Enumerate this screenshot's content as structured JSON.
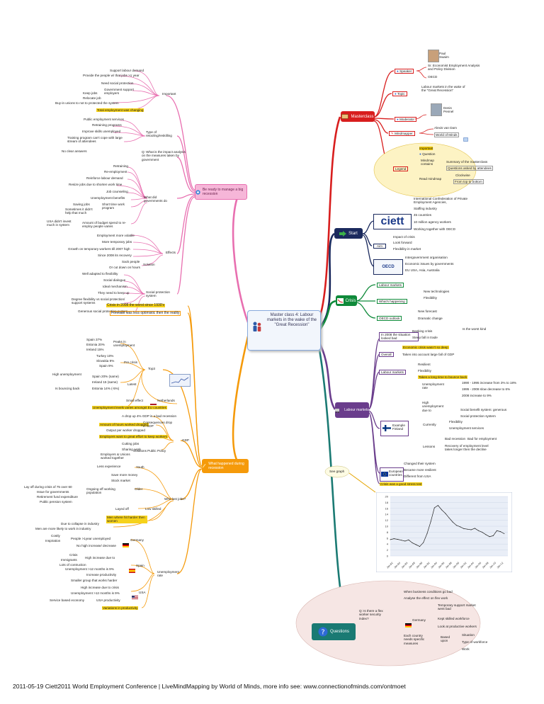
{
  "center": {
    "text": "Master class 4: Labour markets in the wake of the \"Great Recession\""
  },
  "footer": "2011-05-19 Ciett2011 World Employment Conference | LiveMindMapping by World of Minds, more info see: www.connectionofminds.com/ontmoet",
  "colors": {
    "pink": "#e86fb0",
    "orange": "#f59a0a",
    "red": "#d81e1e",
    "navy": "#1b2a5e",
    "green": "#0f8a3a",
    "purple": "#6a3d8c",
    "teal": "#1a7a73",
    "gold": "#e4a400",
    "highlight": "#f6d21a"
  },
  "branches": {
    "pink": {
      "topic": "Be ready to manage a big recession",
      "important": "Important",
      "nodes": [
        "Support labour demand",
        "Provide the people w/ that jobs >1 year",
        "Need social protection",
        "Government support employers",
        "Keep jobs",
        "Relocate job",
        "Buy-in unions to not to protected the system",
        "Total employment was changing",
        "Public employment services",
        "Retraining programs",
        "Improve skills unemployed",
        "Training program can't cope with large stream of attendees",
        "No clear answers",
        "Type of retooling/reskilling",
        "Q: What is the impact analysis on the measures taken by government",
        "Retraining",
        "Re-employment",
        "Reinforce labour demand",
        "Resize jobs due to shorten work time",
        "Job counseling",
        "Unemployment benefits",
        "Saving jobs",
        "Sometimes it didn't help that much",
        "Short time work program",
        "What did governments do",
        "USA didn't invest much in system",
        "Amount of budget spend to re-employ people varies",
        "Employment more volatile",
        "More temporary jobs",
        "Growth on temporary workers till 2007 high",
        "Since 2008 its recovery",
        "Effects",
        "Sack people",
        "Or cut down on hours",
        "Solution",
        "Well adapted to flexibility",
        "Social dialogue",
        "Ideal mechanism",
        "They need to keep up",
        "Social protection system",
        "Degree flexibility vs social protection/ support systems",
        "Generous social protection system"
      ]
    },
    "orange": {
      "topic": "What happened during recession",
      "nodes": [
        "Crisis in 2008 the worst since 1930's",
        "Forecast was less optimistic then the reality",
        "Spain 37%",
        "Estonia 20%",
        "Ireland 15%",
        "Peaks in unemployment",
        "Turkey 10%",
        "Slovakia 9%",
        "Spain 9%",
        "Pre crisis",
        "Top3",
        "High unemployment",
        "Spain 20% (same)",
        "Ireland 15 (same)",
        "Latest",
        "Estonia 14% (-5%)",
        "Is bouncing back",
        "Small effect",
        "Netherlands",
        "Unemployment levels varies amongst EU countries",
        "A drop up 4% GDP is a bad recession",
        "Amount of hours worked dropped",
        "Consequences drop in GDP",
        "Output per worker dropped",
        "Employers want to great effort to keep workers",
        "GDP",
        "Cutting jobs",
        "Sharing work",
        "Solutions Public Policy",
        "Employers & Unions worked together",
        "Less experience",
        "Youth",
        "Save more money",
        "Stock market",
        "Lay off during crisis of 75 over 60",
        "Issue for governments",
        "Retirement fund expenditure",
        "Public pension system",
        "Ongoing off working population",
        "Older",
        "Low skilled",
        "Who lost jobs?",
        "Layed off",
        "Men where hit harder then women",
        "Due to collapse in industry",
        "Men are more likely to work in industry",
        "Costly",
        "Inspiration",
        "People >1year unemployed",
        "Germany",
        "No high increase/ decrease",
        "Crisis",
        "High increase due to",
        "Immigrants",
        "Spain",
        "Lots of contruction",
        "Unemployment >12 months is 9%",
        "Increase productivity",
        "Smaller group that works harder",
        "High increase due to crisis",
        "USA",
        "Unemployment >12 months is 9%",
        "Service based economy",
        "USA productivity",
        "Unemployment rate",
        "Variations in productivity"
      ]
    },
    "red": {
      "topic": "Masterclass",
      "nodes": [
        "Paul Swaim",
        "Speaker",
        "Sr. Economist Employment Analysis and Policy Division",
        "OECD",
        "Topic",
        "Labour markets in the wake of the \"Great Recession\"",
        "Moderator",
        "Denis Pennel",
        "Mindmapper",
        "Alexis van Dam",
        "World of Minds",
        "Important",
        "Question",
        "Mindmap contains",
        "Summary of the masterclass",
        "Questions asked by attendees",
        "Legend",
        "Read mindmap",
        "Clockwise",
        "From top to bottom"
      ]
    },
    "navy": {
      "topic": "Start",
      "logo_ciett": "ciett",
      "logo_oecd": "OECD",
      "nodes": [
        "International Confederation of Private Employment Agencies,",
        "Staffing industry",
        "45 countries",
        "10 million agency workers",
        "Working together with OECD",
        "Impact of crisis",
        "Look forward",
        "Aim",
        "Flexibility in market",
        "Intergovernment organisation",
        "Economic issues by governments",
        "EU USA, Asia, Australia"
      ]
    },
    "green": {
      "topic": "Crisis",
      "nodes": [
        "Labour markets",
        "New technologies",
        "What's happening",
        "Flexibility",
        "New forecast",
        "OECD outlook",
        "Dramatic change"
      ]
    },
    "purple": {
      "topic": "Labour markets",
      "nodes": [
        "Banking crisis",
        "In 2008 the situation looked bad",
        "Steep fall in trade",
        "Is the worst kind",
        "Economic crisis wasn't so deep",
        "Overall",
        "Taken into account large fall of GDP",
        "Resilient",
        "Labour markets",
        "Flexibility",
        "Takes a long time to bounce back",
        "Unemployment rate",
        "1990 - 1995 increase from 3% to 18%",
        "1995 - 2008 slow decrease to 6%",
        "2008 increase to 9%",
        "High unemployment due to",
        "Social benefit system: generous",
        "Social protection system",
        "Example Finland",
        "Flexibility",
        "Currently",
        "Unemployment services",
        "Bad recession",
        "Bad for employment",
        "Lessons",
        "Recovery of employment level takes longer then the decline",
        "Changed their system",
        "European countries",
        "Became more resilient",
        "Different from USA",
        "Crisis was a good stress test",
        "See graph"
      ]
    },
    "teal": {
      "topic": "Questions",
      "nodes": [
        "When business conditions go bad",
        "Analyse the effect on flex work",
        "Temporary support market went bad",
        "Q: Is there a flex worker security index?",
        "Germany",
        "Kept skilled workforce",
        "Look at productive workers",
        "Situation",
        "Each country needs specific measures",
        "Based upon",
        "Type of workforce",
        "Work"
      ]
    }
  },
  "chart_data": {
    "type": "line",
    "title": "",
    "xlabel": "",
    "ylabel": "",
    "ylim": [
      0,
      20
    ],
    "yticks": [
      0,
      2,
      4,
      6,
      8,
      10,
      12,
      14,
      16,
      18,
      20
    ],
    "xticks": [
      "Jan-82",
      "Jan-84",
      "Jan-86",
      "Jan-88",
      "Jan-90",
      "Jan-92",
      "Jan-94",
      "Jan-96",
      "Jan-98",
      "Jan-00",
      "Jan-02",
      "Jan-04",
      "Jan-06",
      "Jan-08",
      "Jan-10",
      "Jan-12"
    ],
    "x": [
      0,
      2,
      4,
      6,
      8,
      10,
      12,
      14,
      16,
      18,
      20,
      22,
      24,
      26,
      28,
      30,
      32,
      34,
      36,
      38,
      40,
      42,
      44,
      46,
      48,
      50,
      52,
      54,
      56,
      58,
      60,
      62
    ],
    "series": [
      {
        "values": [
          5.5,
          5.8,
          5.6,
          5.3,
          5.0,
          5.4,
          4.4,
          3.8,
          3.2,
          4.5,
          7.5,
          11.5,
          16.2,
          17.0,
          15.5,
          14.3,
          12.8,
          11.4,
          10.3,
          9.8,
          9.2,
          9.0,
          8.8,
          9.3,
          8.5,
          8.0,
          7.2,
          6.5,
          6.8,
          8.5,
          8.2,
          7.5
        ]
      }
    ]
  }
}
